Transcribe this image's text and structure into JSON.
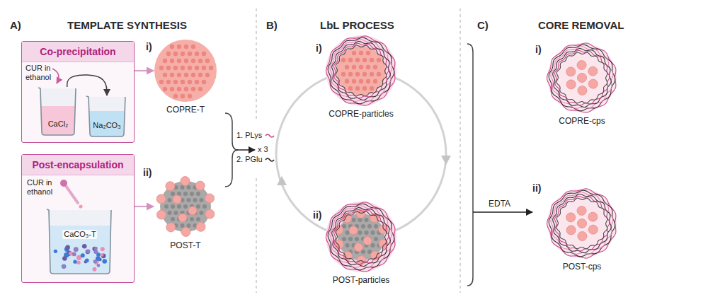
{
  "diagram": {
    "nodes": [
      {
        "text": [
          "Co-precipitation"
        ]
      },
      {
        "text": [
          "CaCl₂"
        ],
        "in": 0
      },
      {
        "text": [
          "Na₂CO₃"
        ],
        "in": 0
      },
      {
        "text": [
          "COPRE-T"
        ]
      },
      {
        "text": [
          "Post-encapsulation"
        ]
      },
      {
        "text": [
          "CaCO₃-T"
        ],
        "in": 4
      },
      {
        "text": [
          "POST-T"
        ]
      },
      {
        "text": [
          "COPRE-particles"
        ]
      },
      {
        "text": [
          "POST-particles"
        ]
      },
      {
        "text": [
          "COPRE-cps"
        ]
      },
      {
        "text": [
          "POST-cps"
        ]
      }
    ],
    "edges": [
      {
        "from": 1,
        "to": 2,
        "arrow": "to"
      },
      {
        "from": 0,
        "to": 3,
        "arrow": "to"
      },
      {
        "from": 4,
        "to": 6,
        "arrow": "to"
      }
    ],
    "labels": [
      "A)",
      "TEMPLATE SYNTHESIS",
      "B)",
      "LbL PROCESS",
      "C)",
      "CORE REMOVAL",
      "CUR in ethanol",
      "i)",
      "CUR in ethanol",
      "ii)",
      "1. PLys",
      "2. PGlu",
      "x 3",
      "i)",
      "ii)",
      "i)",
      "ii)",
      "EDTA"
    ]
  }
}
